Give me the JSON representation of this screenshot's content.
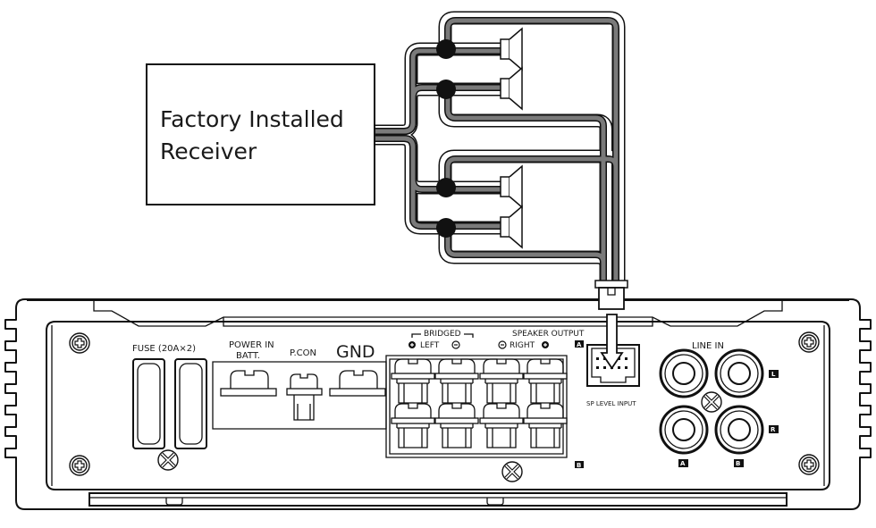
{
  "receiver": {
    "line1": "Factory Installed",
    "line2": "Receiver"
  },
  "amplifier": {
    "fuse_label": "FUSE (20A×2)",
    "power_in_label": "POWER IN",
    "batt_label": "BATT.",
    "pcon_label": "P.CON",
    "gnd_label": "GND",
    "bridged_label": "BRIDGED",
    "left_label": "LEFT",
    "right_label": "RIGHT",
    "speaker_output_label": "SPEAKER OUTPUT",
    "sp_level_input_label": "SP LEVEL INPUT",
    "line_in_label": "LINE IN",
    "badges": {
      "a": "A",
      "b": "B",
      "l": "L",
      "r": "R"
    }
  },
  "speakers": [
    {
      "name": "speaker-1"
    },
    {
      "name": "speaker-2"
    },
    {
      "name": "speaker-3"
    },
    {
      "name": "speaker-4"
    }
  ],
  "colors": {
    "line": "#111111",
    "wire_gray": "#777777",
    "background": "#ffffff"
  }
}
